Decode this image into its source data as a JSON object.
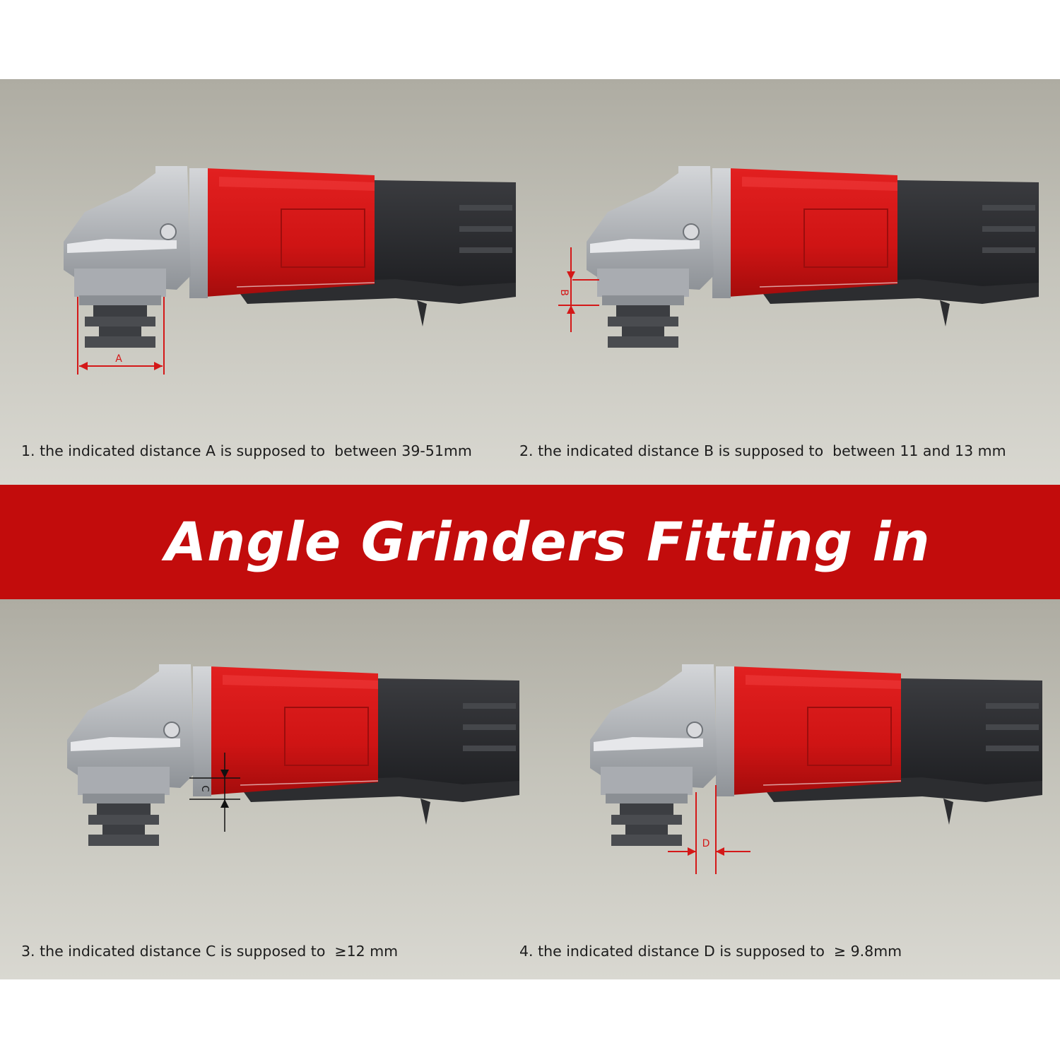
{
  "title": "Angle Grinders Fitting in",
  "colors": {
    "banner": "#c20c0c",
    "grinder_body": "#d41717",
    "grinder_grip": "#2a2b2e",
    "grinder_head": "#b9bcc0",
    "dimension_line": "#d41818"
  },
  "panels": [
    {
      "caption": "1. the indicated distance A is supposed to  between 39-51mm",
      "dimension_label": "A"
    },
    {
      "caption": "2. the indicated distance B is supposed to  between 11 and 13 mm",
      "dimension_label": "B"
    },
    {
      "caption": "3. the indicated distance C is supposed to  ≥12 mm",
      "dimension_label": "C"
    },
    {
      "caption": "4. the indicated distance D is supposed to  ≥ 9.8mm",
      "dimension_label": "D"
    }
  ]
}
